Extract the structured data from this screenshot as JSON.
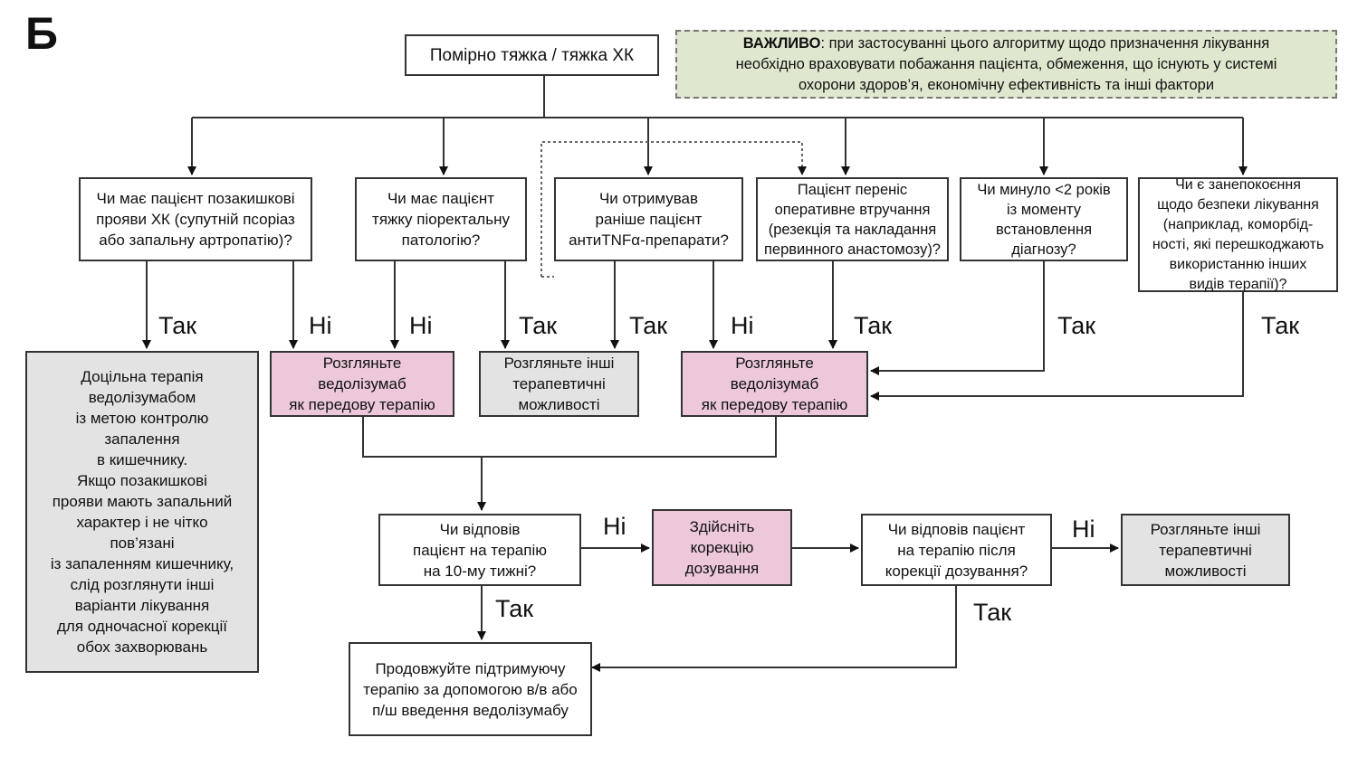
{
  "panel_letter": "Б",
  "note": {
    "bold": "ВАЖЛИВО",
    "text": ": при застосуванні цього алгоритму щодо призначення лікування\nнеобхідно враховувати побажання пацієнта, обмеження, що існують у системі\nохорони здоров’я, економічну ефективність та інші фактори"
  },
  "nodes": {
    "start": "Помірно тяжка / тяжка ХК",
    "q_extraintestinal": "Чи має пацієнт позакишкові\nпрояви ХК (супутній псоріаз\nабо запальну артропатію)?",
    "q_perianal": "Чи має пацієнт\nтяжку піоректальну\nпатологію?",
    "q_antitnf": "Чи отримував\nраніше пацієнт\nантиTNFα-препарати?",
    "q_surgery": "Пацієнт переніс\nоперативне втручання\n(резекція та накладання\nпервинного анастомозу)?",
    "q_duration": "Чи минуло <2 років\nіз моменту\nвстановлення\nдіагнозу?",
    "q_safety": "Чи є занепокоєння\nщодо безпеки лікування\n(наприклад, коморбід-\nності, які перешкоджають\nвикористанню інших\nвидів терапії)?",
    "r_targeted": "Доцільна терапія\nведолізумабом\nіз метою контролю\nзапалення\nв кишечнику.\nЯкщо позакишкові\nпрояви мають запальний\nхарактер і не чітко\nпов’язані\nіз запаленням кишечнику,\nслід розглянути інші\nваріанти лікування\nдля одночасної корекції\nобох захворювань",
    "r_vedo_first_1": "Розгляньте\nведолізумаб\nяк передову терапію",
    "r_other_1": "Розгляньте інші\nтерапевтичні\nможливості",
    "r_vedo_first_2": "Розгляньте\nведолізумаб\nяк передову терапію",
    "q_week10": "Чи відповів\nпацієнт на терапію\nна 10-му тижні?",
    "a_dose": "Здійсніть\nкорекцію\nдозування",
    "q_after_dose": "Чи відповів пацієнт\nна терапію після\nкорекції дозування?",
    "r_other_2": "Розгляньте інші\nтерапевтичні\nможливості",
    "r_maintenance": "Продовжуйте підтримуючу\nтерапію за допомогою в/в або\nп/ш введення ведолізумабу"
  },
  "labels": {
    "yes": "Так",
    "no": "Ні"
  },
  "colors": {
    "pink": "#ecc8da",
    "gray": "#e3e3e3",
    "note": "#dfe8cf",
    "line": "#333333"
  }
}
